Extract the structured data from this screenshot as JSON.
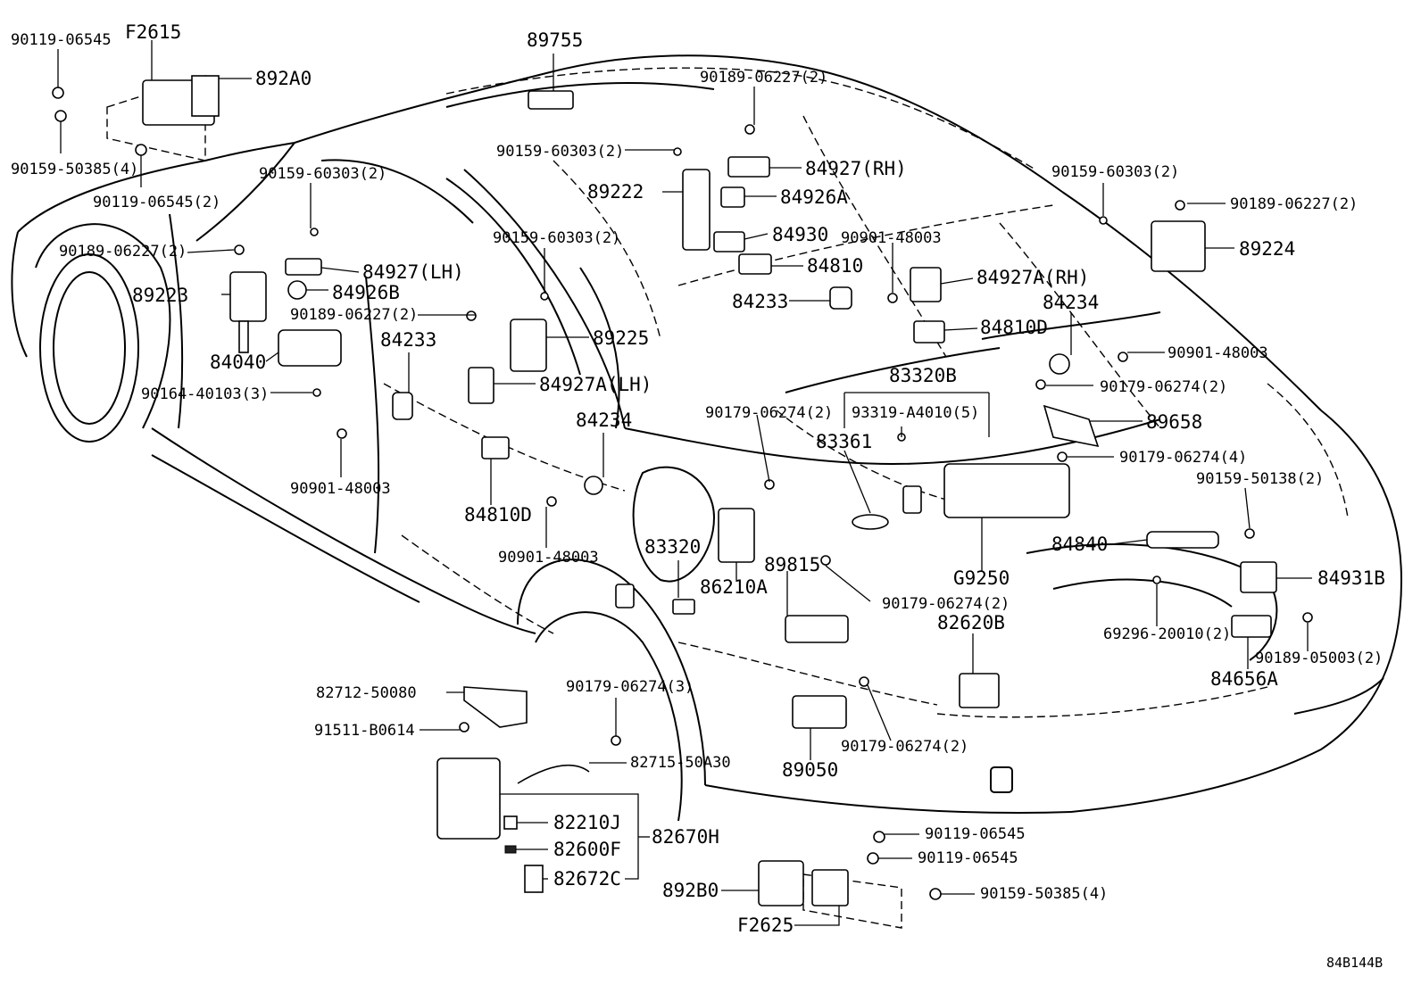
{
  "diagram": {
    "reference_code": "84B144B",
    "labels": [
      {
        "id": "l01",
        "text": "90119-06545"
      },
      {
        "id": "l02",
        "text": "F2615"
      },
      {
        "id": "l03",
        "text": "892A0"
      },
      {
        "id": "l04",
        "text": "90159-50385(4)"
      },
      {
        "id": "l05",
        "text": "90119-06545(2)"
      },
      {
        "id": "l06",
        "text": "90159-60303(2)"
      },
      {
        "id": "l07",
        "text": "90189-06227(2)"
      },
      {
        "id": "l08",
        "text": "89223"
      },
      {
        "id": "l09",
        "text": "84927(LH)"
      },
      {
        "id": "l10",
        "text": "84926B"
      },
      {
        "id": "l11",
        "text": "90189-06227(2)"
      },
      {
        "id": "l12",
        "text": "84040"
      },
      {
        "id": "l13",
        "text": "84233"
      },
      {
        "id": "l14",
        "text": "90164-40103(3)"
      },
      {
        "id": "l15",
        "text": "90901-48003"
      },
      {
        "id": "l16",
        "text": "89755"
      },
      {
        "id": "l17",
        "text": "90189-06227(2)"
      },
      {
        "id": "l18",
        "text": "90159-60303(2)"
      },
      {
        "id": "l19",
        "text": "84927(RH)"
      },
      {
        "id": "l20",
        "text": "89222"
      },
      {
        "id": "l21",
        "text": "84926A"
      },
      {
        "id": "l22",
        "text": "84930"
      },
      {
        "id": "l23",
        "text": "84810"
      },
      {
        "id": "l24",
        "text": "90901-48003"
      },
      {
        "id": "l25",
        "text": "84233"
      },
      {
        "id": "l26",
        "text": "90159-60303(2)"
      },
      {
        "id": "l27",
        "text": "89225"
      },
      {
        "id": "l28",
        "text": "84927A(LH)"
      },
      {
        "id": "l29",
        "text": "84234"
      },
      {
        "id": "l30",
        "text": "84810D"
      },
      {
        "id": "l31",
        "text": "90901-48003"
      },
      {
        "id": "l32",
        "text": "90159-60303(2)"
      },
      {
        "id": "l33",
        "text": "90189-06227(2)"
      },
      {
        "id": "l34",
        "text": "89224"
      },
      {
        "id": "l35",
        "text": "84927A(RH)"
      },
      {
        "id": "l36",
        "text": "84234"
      },
      {
        "id": "l37",
        "text": "84810D"
      },
      {
        "id": "l38",
        "text": "90901-48003"
      },
      {
        "id": "l39",
        "text": "83320B"
      },
      {
        "id": "l40",
        "text": "90179-06274(2)"
      },
      {
        "id": "l41",
        "text": "93319-A4010(5)"
      },
      {
        "id": "l42",
        "text": "89658"
      },
      {
        "id": "l43",
        "text": "90179-06274(2)"
      },
      {
        "id": "l44",
        "text": "83361"
      },
      {
        "id": "l45",
        "text": "90179-06274(4)"
      },
      {
        "id": "l46",
        "text": "90159-50138(2)"
      },
      {
        "id": "l47",
        "text": "84840"
      },
      {
        "id": "l48",
        "text": "G9250"
      },
      {
        "id": "l49",
        "text": "84931B"
      },
      {
        "id": "l50",
        "text": "83320"
      },
      {
        "id": "l51",
        "text": "89815"
      },
      {
        "id": "l52",
        "text": "86210A"
      },
      {
        "id": "l53",
        "text": "90179-06274(2)"
      },
      {
        "id": "l54",
        "text": "82620B"
      },
      {
        "id": "l55",
        "text": "69296-20010(2)"
      },
      {
        "id": "l56",
        "text": "90189-05003(2)"
      },
      {
        "id": "l57",
        "text": "84656A"
      },
      {
        "id": "l58",
        "text": "82712-50080"
      },
      {
        "id": "l59",
        "text": "90179-06274(3)"
      },
      {
        "id": "l60",
        "text": "91511-B0614"
      },
      {
        "id": "l61",
        "text": "82715-50A30"
      },
      {
        "id": "l62",
        "text": "90179-06274(2)"
      },
      {
        "id": "l63",
        "text": "89050"
      },
      {
        "id": "l64",
        "text": "82210J"
      },
      {
        "id": "l65",
        "text": "82670H"
      },
      {
        "id": "l66",
        "text": "82600F"
      },
      {
        "id": "l67",
        "text": "82672C"
      },
      {
        "id": "l68",
        "text": "90119-06545"
      },
      {
        "id": "l69",
        "text": "90119-06545"
      },
      {
        "id": "l70",
        "text": "892B0"
      },
      {
        "id": "l71",
        "text": "90159-50385(4)"
      },
      {
        "id": "l72",
        "text": "F2625"
      }
    ]
  }
}
